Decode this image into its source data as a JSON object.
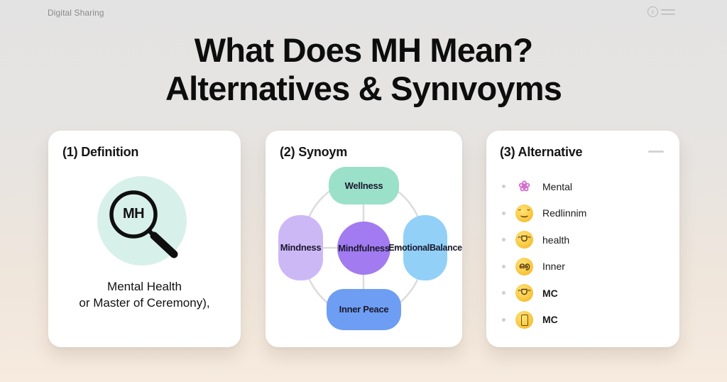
{
  "header": {
    "brand": "Digital Sharing",
    "icons": [
      "copyright-icon",
      "menu-icon"
    ],
    "copyright_glyph": "c"
  },
  "title": {
    "line1": "What Does MH Mean?",
    "line2": "Alternatives & Synıvoyms"
  },
  "cards": {
    "definition": {
      "title": "(1) Definition",
      "icon": "magnifier-icon",
      "icon_text": "MH",
      "icon_bg_color": "#d8f0ea",
      "text_line1": "Mental Health",
      "text_line2": "or Master of Ceremony),"
    },
    "synonym": {
      "title": "(2) Synoym",
      "nodes": {
        "top": {
          "label": "Wellness",
          "color": "#9be0c9"
        },
        "left": {
          "label": "Mindness",
          "color": "#cdb8f6"
        },
        "center": {
          "label": "Mindfulness",
          "color": "#a27bf0"
        },
        "right_line1": "Emotional",
        "right_line2": "Balance",
        "right_color": "#92d0f7",
        "bottom": {
          "label": "Inner Peace",
          "color": "#6e9ef3"
        }
      }
    },
    "alternative": {
      "title": "(3) Alternative",
      "items": [
        {
          "icon": "brain-emoji-icon",
          "glyph": "❀",
          "label": "Mental"
        },
        {
          "icon": "smirk-emoji-icon",
          "glyph": "˘‿˘",
          "label": "Redlinnim"
        },
        {
          "icon": "grin-emoji-icon",
          "glyph": "ᵔᗜᵔ",
          "label": "health"
        },
        {
          "icon": "swirl-eyes-emoji-icon",
          "glyph": "ഒ൭",
          "label": "Inner"
        },
        {
          "icon": "grin-emoji-icon",
          "glyph": "ᵔᗜᵔ",
          "label": "MC"
        },
        {
          "icon": "medal-emoji-icon",
          "glyph": "",
          "label": "MC"
        }
      ]
    }
  }
}
